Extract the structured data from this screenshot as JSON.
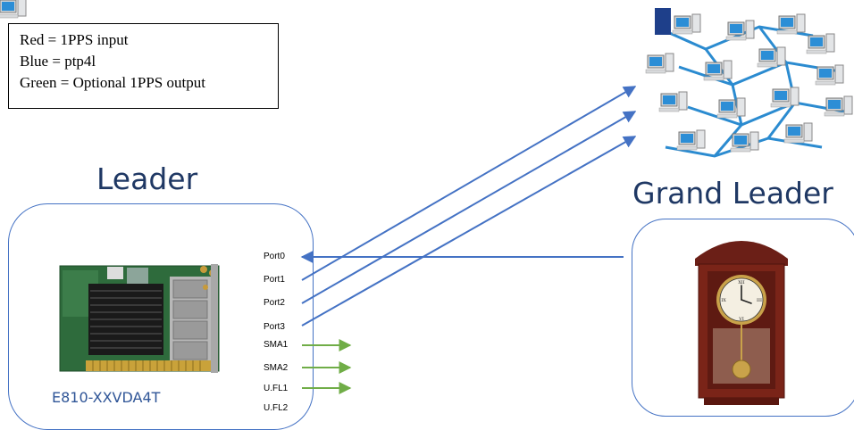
{
  "legend": {
    "red": "Red = 1PPS input",
    "blue": "Blue =  ptp4l",
    "green": "Green = Optional 1PPS output"
  },
  "leader": {
    "title": "Leader",
    "card_label": "E810-XXVDA4T",
    "ports": [
      "Port0",
      "Port1",
      "Port2",
      "Port3",
      "SMA1",
      "SMA2",
      "U.FL1",
      "U.FL2"
    ]
  },
  "grand_leader": {
    "title": "Grand Leader"
  },
  "icons": {
    "network": "computer-network-icon",
    "clock": "pendulum-clock-icon",
    "card": "network-card-icon"
  },
  "colors": {
    "ptp_blue": "#4472c4",
    "pps_output_green": "#70ad47",
    "title_blue": "#1f3864"
  }
}
